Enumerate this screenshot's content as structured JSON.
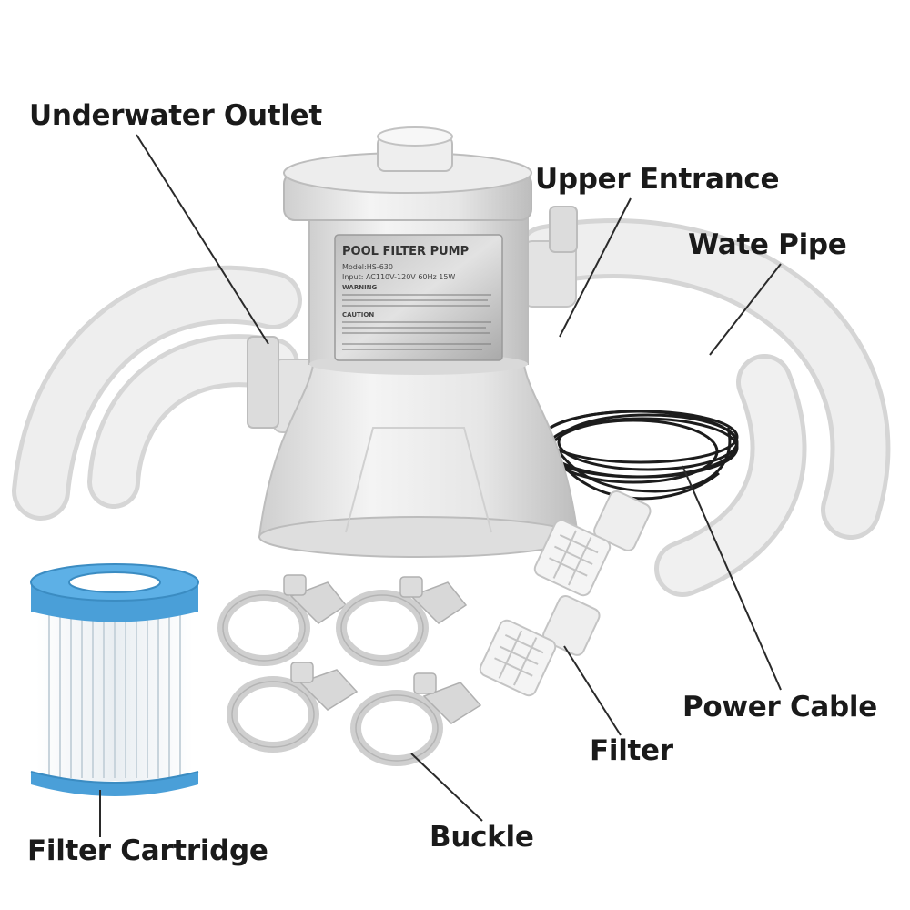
{
  "labels": {
    "underwater_outlet": "Underwater Outlet",
    "upper_entrance": "Upper Entrance",
    "water_pipe": "Wate Pipe",
    "power_cable": "Power Cable",
    "filter": "Filter",
    "buckle": "Buckle",
    "filter_cartridge": "Filter Cartridge"
  },
  "pump_plate": {
    "title": "POOL FILTER PUMP",
    "model": "Model:HS-630",
    "input": "Input: AC110V-120V 60Hz 15W",
    "warning": "WARNING",
    "caution": "CAUTION"
  },
  "colors": {
    "label_text": "#1a1a1a",
    "pump_body": "#e9e9e9",
    "hose": "#ececec",
    "cartridge_blue": "#4a9fd8",
    "cable": "#1a1a1a"
  }
}
